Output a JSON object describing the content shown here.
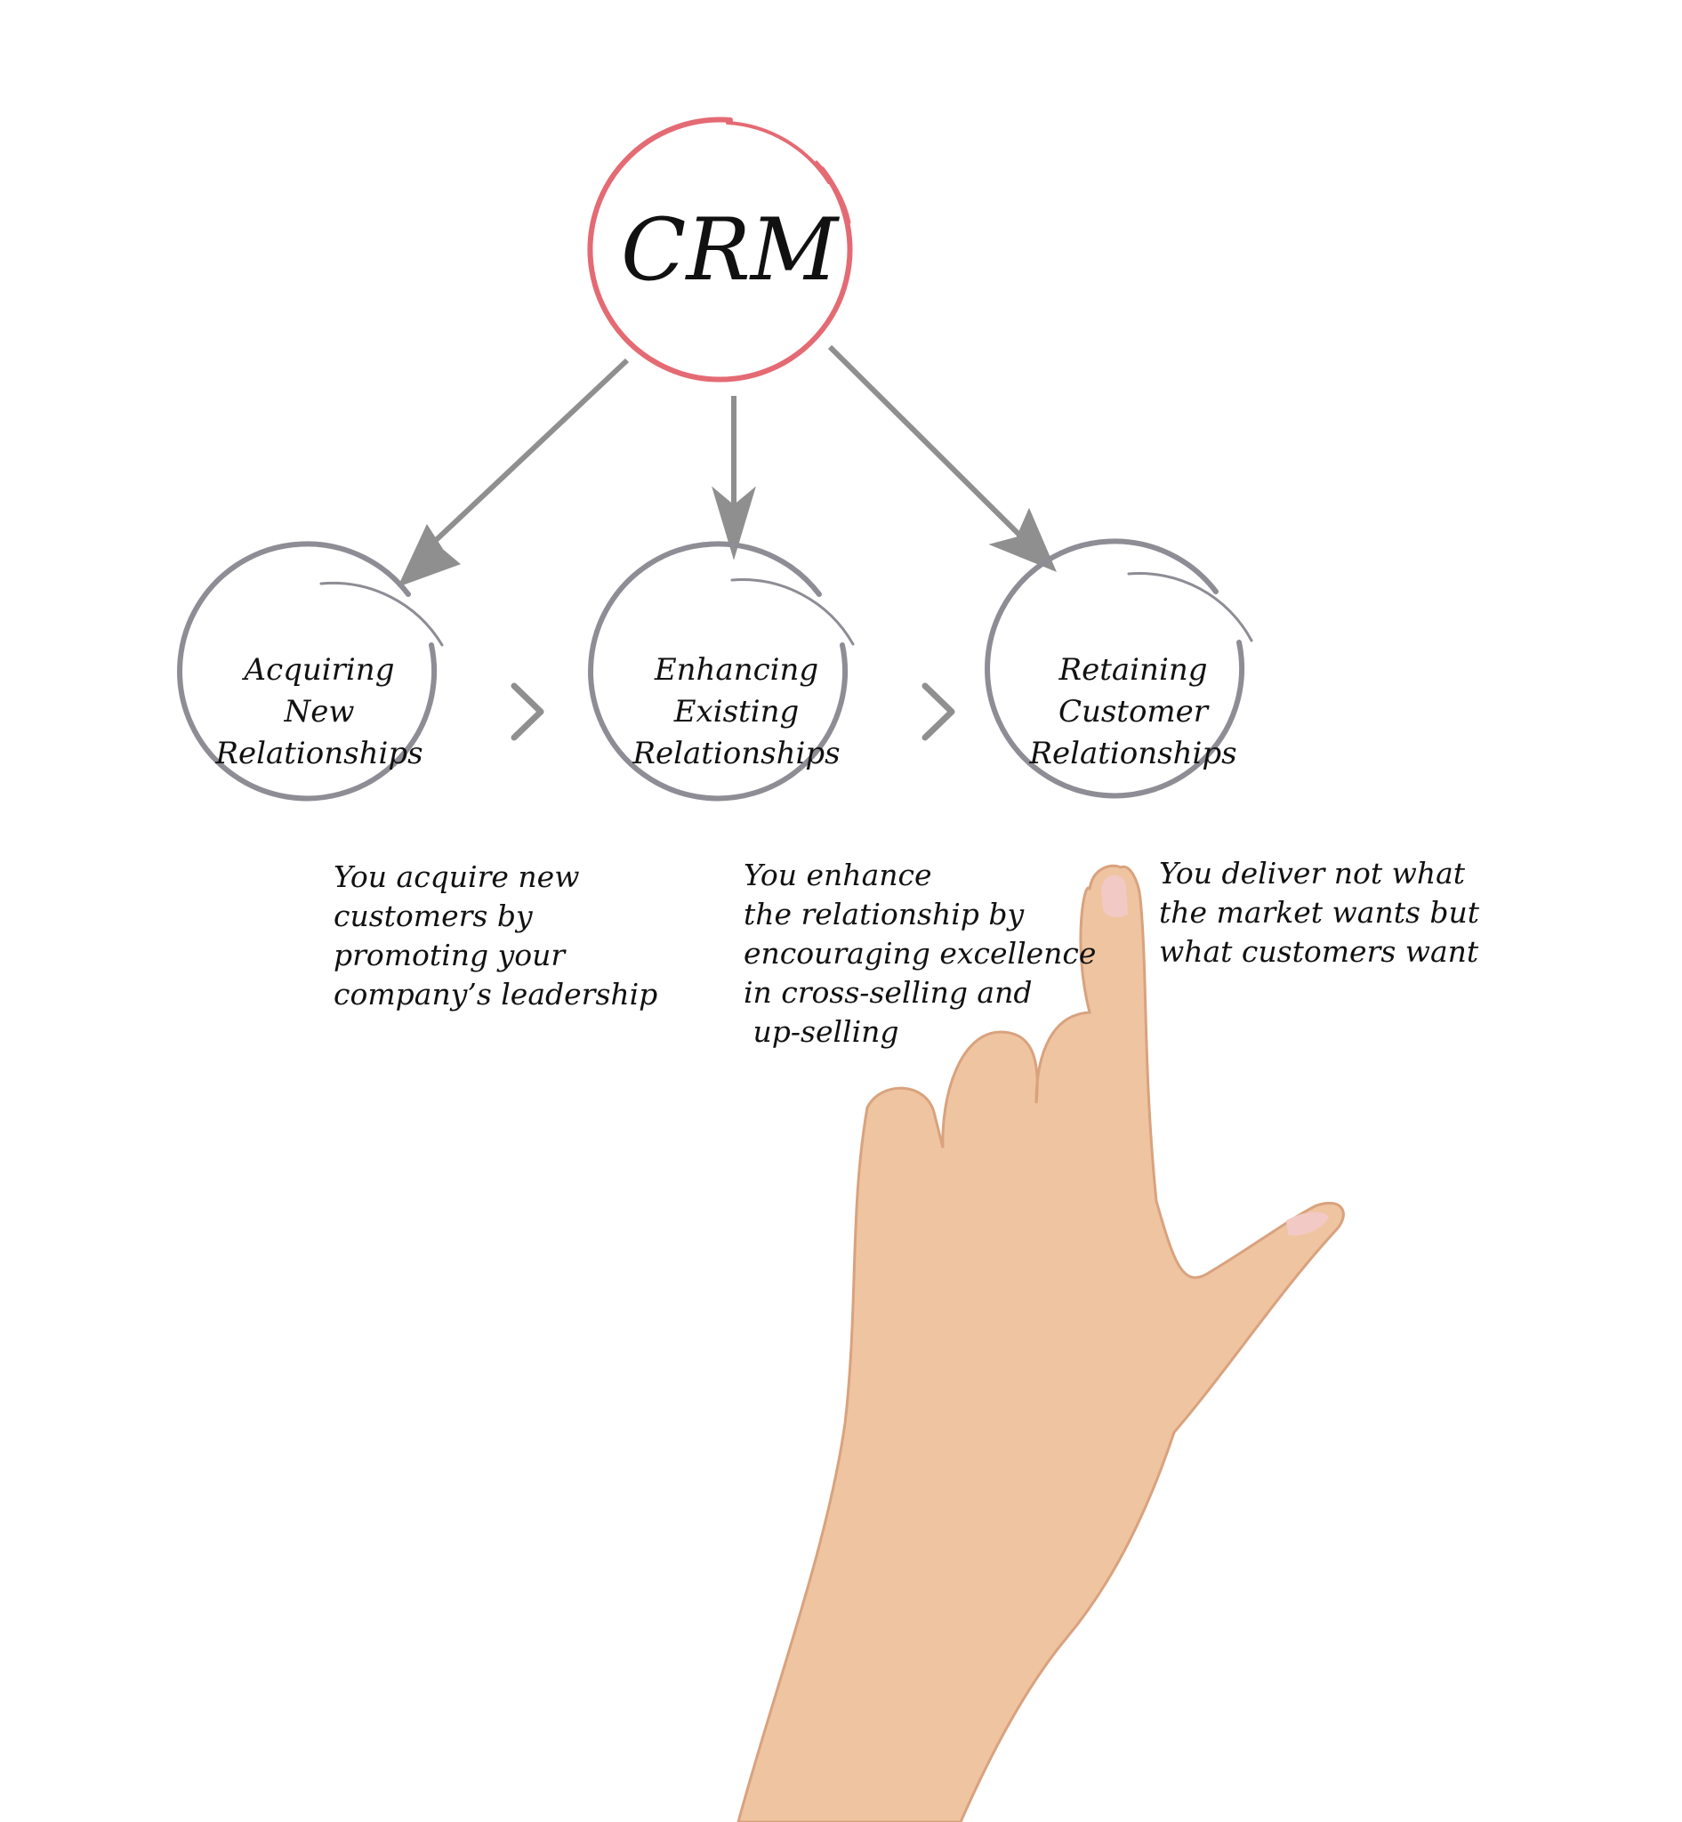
{
  "diagram": {
    "title": "CRM",
    "colors": {
      "root_ring": "#e46a73",
      "node_ring": "#8e8c94",
      "arrow": "#8f8f8f",
      "text": "#111111",
      "skin": "#efc4a0",
      "nail": "#f2c9c4"
    },
    "nodes": [
      {
        "label_lines": [
          "Acquiring",
          "New",
          "Relationships"
        ],
        "description_lines": [
          "You acquire new",
          "customers by",
          "promoting your",
          "company’s leadership"
        ]
      },
      {
        "label_lines": [
          "Enhancing",
          "Existing",
          "Relationships"
        ],
        "description_lines": [
          "You enhance",
          "the relationship by",
          "encouraging excellence",
          "in cross-selling and",
          " up-selling"
        ]
      },
      {
        "label_lines": [
          "Retaining",
          "Customer",
          "Relationships"
        ],
        "description_lines": [
          "You deliver not what",
          "the market wants but",
          "what customers want"
        ]
      }
    ],
    "icons": {
      "step_separator": "chevron-right-icon",
      "flow_arrow": "arrow-icon",
      "photo": "pointing-hand-icon"
    }
  }
}
